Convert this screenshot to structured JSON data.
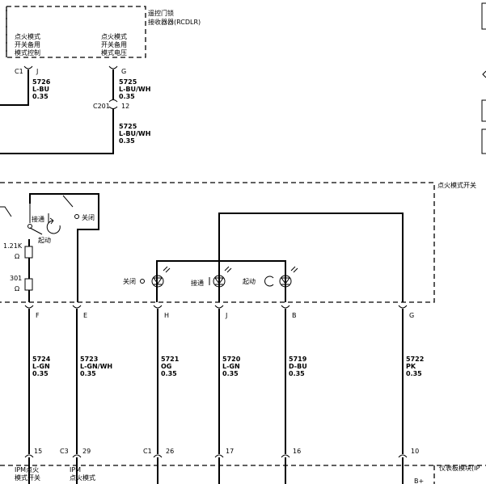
{
  "rcdlr": {
    "title_line1": "遥控门锁",
    "title_line2": "接收器器(RCDLR)",
    "left_box_lines": [
      "点火模式",
      "开关备用",
      "模式控制"
    ],
    "right_box_lines": [
      "点火模式",
      "开关备用",
      "模式电压"
    ],
    "pin_connector": "C1",
    "pin_left": "J",
    "pin_right": "G"
  },
  "rcdlr_wires": {
    "left": {
      "circuit": "5726",
      "color": "L-BU",
      "gauge": "0.35"
    },
    "right_upper": {
      "circuit": "5725",
      "color": "L-BU/WH",
      "gauge": "0.35"
    },
    "right_lower": {
      "circuit": "5725",
      "color": "L-BU/WH",
      "gauge": "0.35"
    }
  },
  "inline_connector": {
    "name": "C201",
    "pin": "12"
  },
  "switch": {
    "title": "点火模式开关",
    "pos_crank": "接通",
    "pos_off": "关闭",
    "pos_start": "起动",
    "res1": "1.21K",
    "res1_unit": "Ω",
    "res2": "301",
    "res2_unit": "Ω",
    "led_off": "关闭",
    "led_on": "接通",
    "led_start": "起动"
  },
  "switch_pins": [
    "F",
    "E",
    "H",
    "J",
    "B",
    "G"
  ],
  "wires": [
    {
      "circuit": "5724",
      "color": "L-GN",
      "gauge": "0.35"
    },
    {
      "circuit": "5723",
      "color": "L-GN/WH",
      "gauge": "0.35"
    },
    {
      "circuit": "5721",
      "color": "OG",
      "gauge": "0.35"
    },
    {
      "circuit": "5720",
      "color": "L-GN",
      "gauge": "0.35"
    },
    {
      "circuit": "5719",
      "color": "D-BU",
      "gauge": "0.35"
    },
    {
      "circuit": "5722",
      "color": "PK",
      "gauge": "0.35"
    }
  ],
  "bottom_pins": {
    "p1": "15",
    "c3": "C3",
    "p2": "29",
    "c1": "C1",
    "p3": "26",
    "p4": "17",
    "p5": "16",
    "p6": "10"
  },
  "bottom": {
    "ipm_label": "仪表板模块(IP",
    "ipm_left_lines": [
      "IPM点火",
      "模式开关"
    ],
    "ipm_right_lines": [
      "IPM",
      "点火模式"
    ],
    "bplus": "B+"
  }
}
